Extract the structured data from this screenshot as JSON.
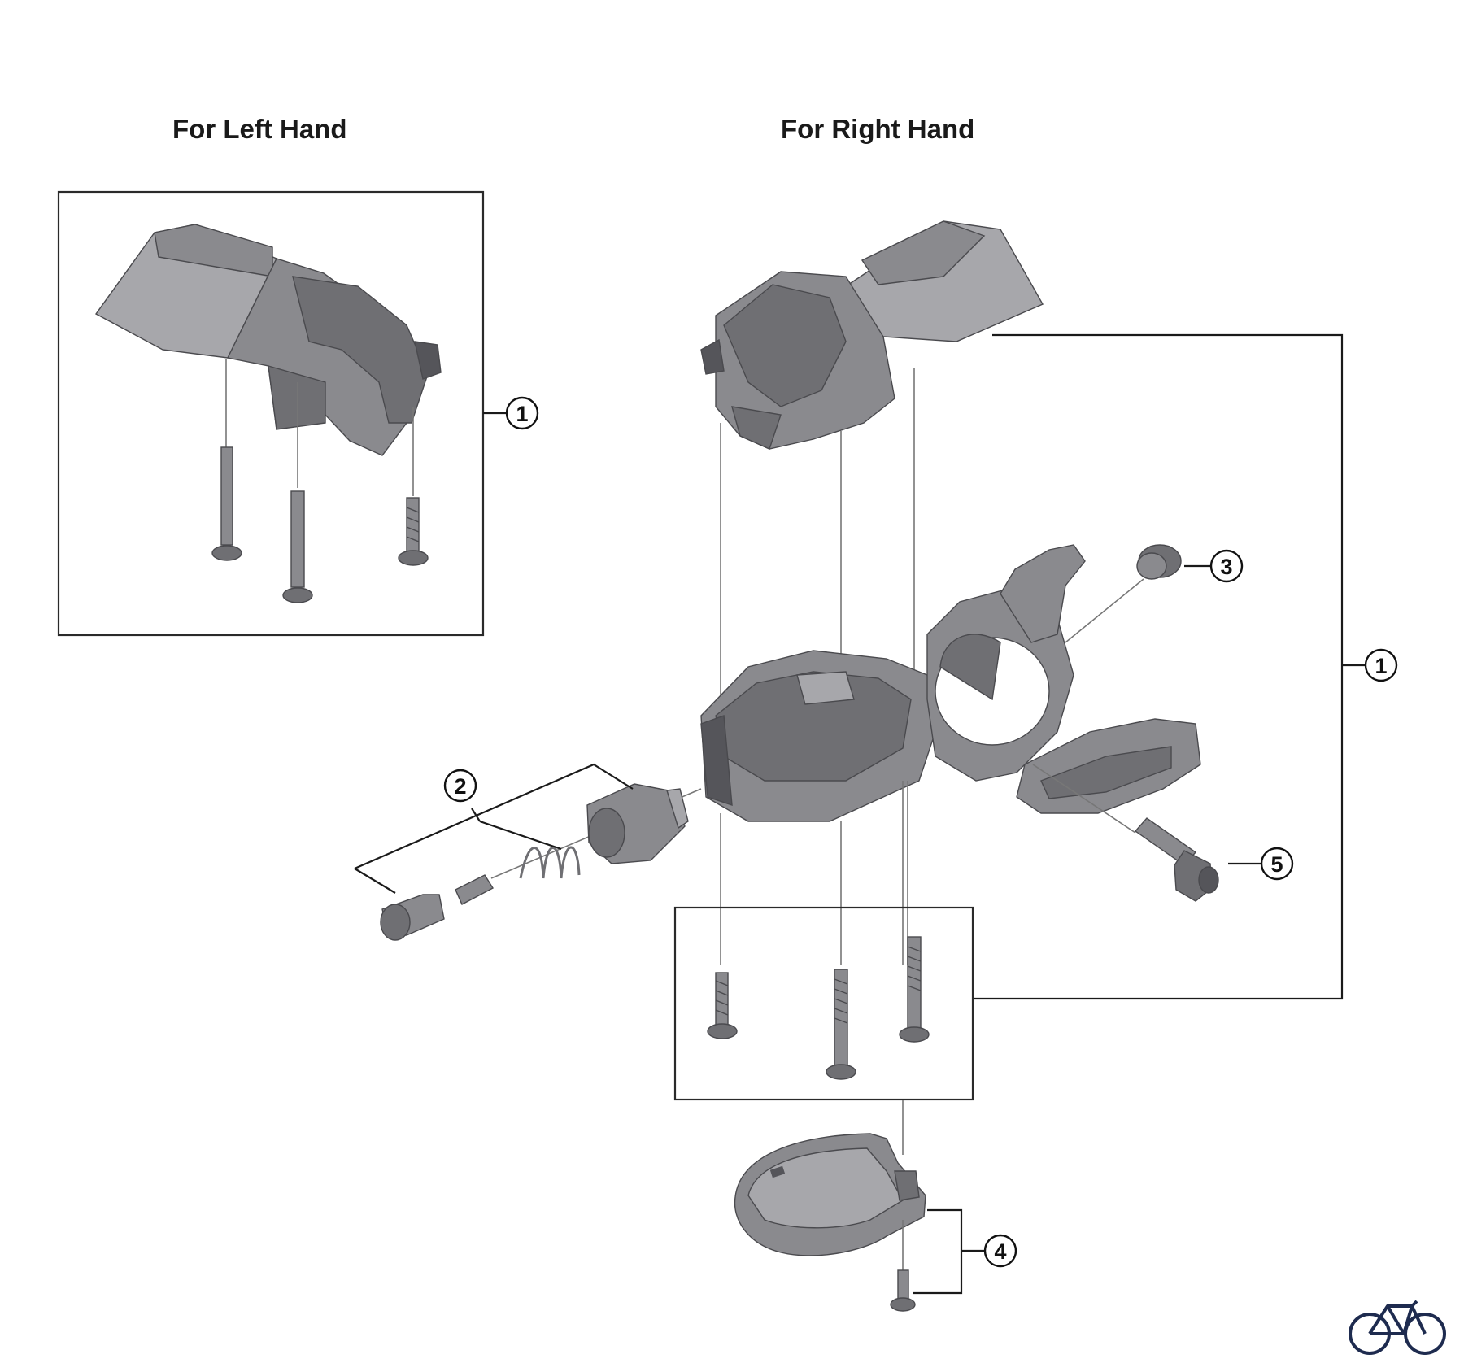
{
  "headings": {
    "left": "For Left Hand",
    "right": "For Right Hand"
  },
  "callouts": {
    "left_cover": "1",
    "right_assembly": "1",
    "adjuster": "2",
    "cap": "3",
    "bottom_cover": "4",
    "clamp_bolt": "5"
  },
  "icons": {
    "corner_logo": "bicycle-icon",
    "logo_color": "#1e2b4f"
  }
}
